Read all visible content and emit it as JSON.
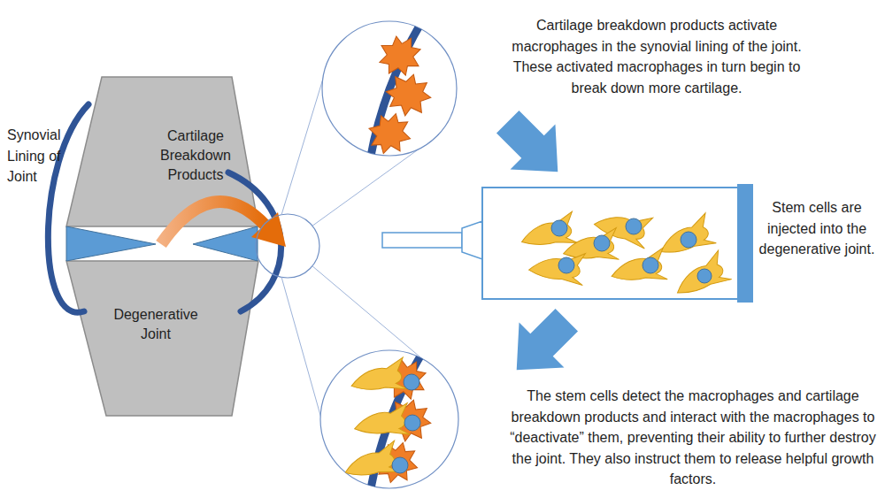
{
  "diagram": {
    "nodes": [
      {
        "text": [
          "Cartilage Breakdown Products"
        ]
      },
      {
        "text": [
          "Degenerative Joint"
        ]
      }
    ],
    "labels": [
      "Synovial Lining of Joint",
      "Cartilage breakdown products activate macrophages in the synovial lining of the joint. These activated macrophages in turn begin to break down more cartilage.",
      "Stem cells are injected into the degenerative joint.",
      "The stem cells detect the macrophages and cartilage breakdown products and interact with the macrophages to “deactivate” them, preventing their ability to further destroy the joint. They also instruct them to release helpful growth factors."
    ]
  }
}
